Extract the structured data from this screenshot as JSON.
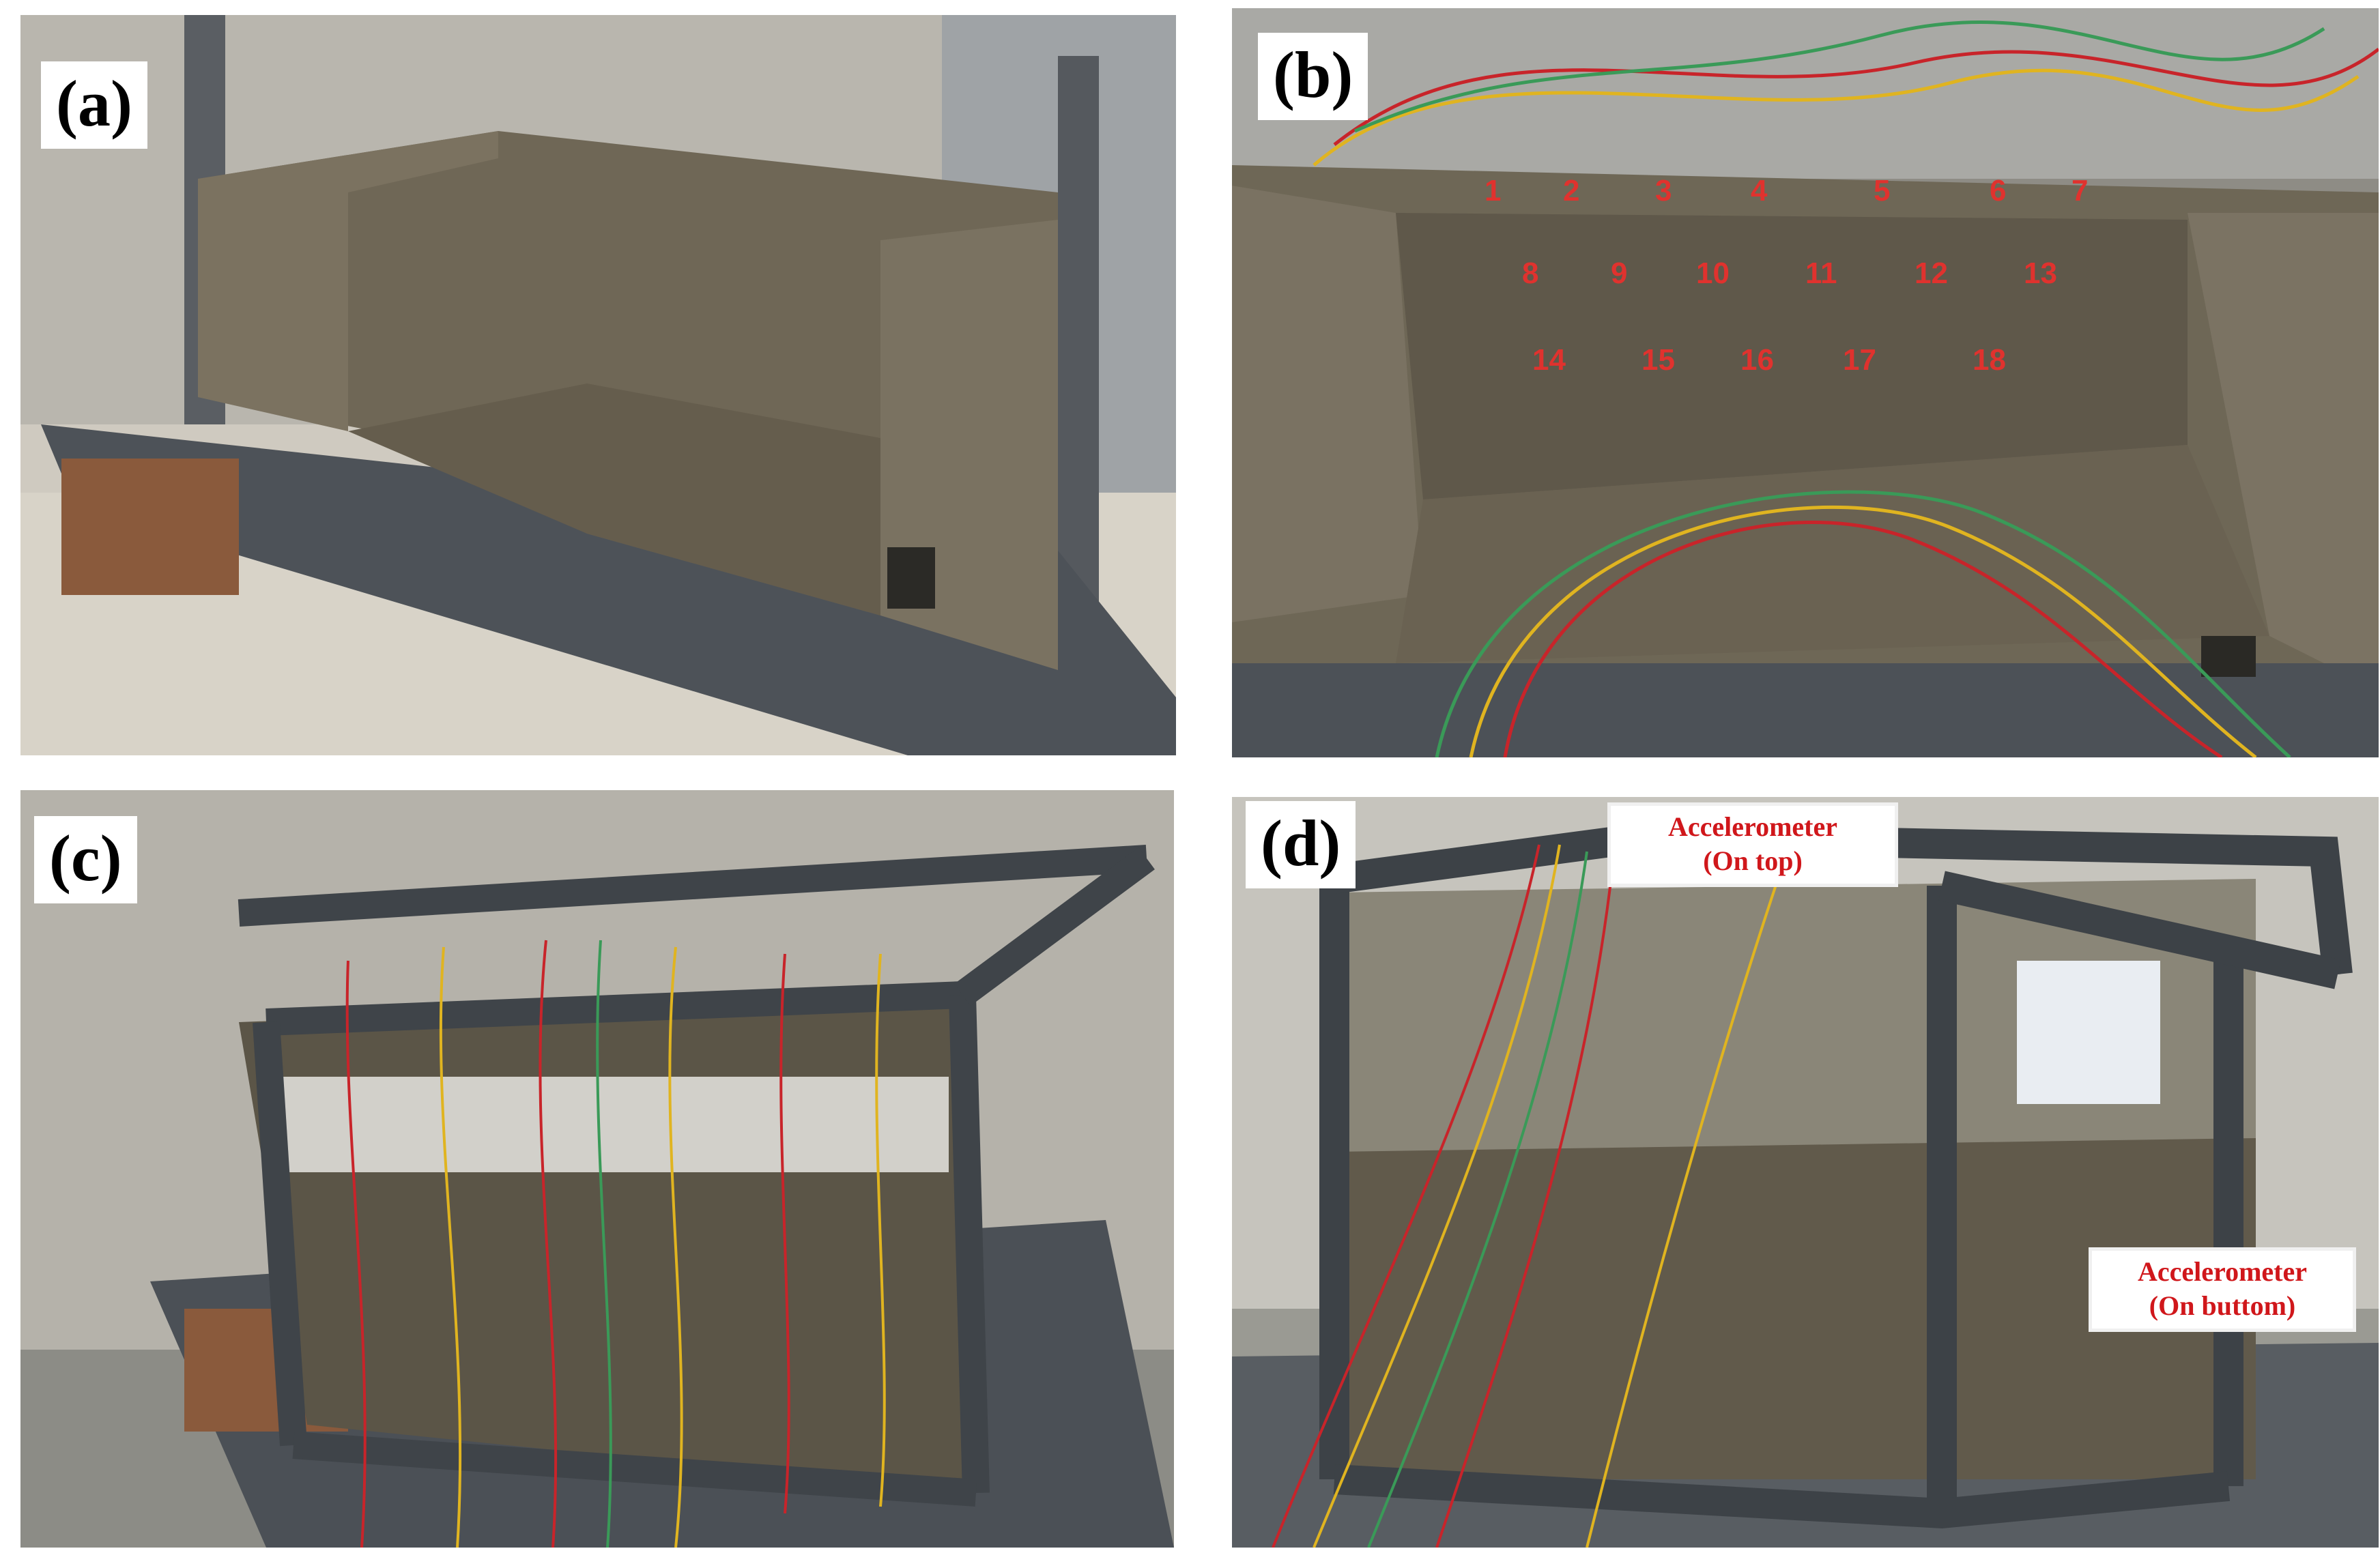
{
  "panels": {
    "a": {
      "label": "(a)"
    },
    "b": {
      "label": "(b)",
      "sensors": [
        "1",
        "2",
        "3",
        "4",
        "5",
        "6",
        "7",
        "8",
        "9",
        "10",
        "11",
        "12",
        "13",
        "14",
        "15",
        "16",
        "17",
        "18"
      ]
    },
    "c": {
      "label": "(c)"
    },
    "d": {
      "label": "(d)",
      "callout_top": {
        "line1": "Accelerometer",
        "line2": "(On top)"
      },
      "callout_bottom": {
        "line1": "Accelerometer",
        "line2": "(On buttom)"
      }
    }
  },
  "colors": {
    "soil": "#6e6656",
    "steel": "#4a4f55",
    "wire_red": "#c8242a",
    "wire_yellow": "#e0b420",
    "wire_green": "#3a9a58",
    "label_red": "#d0171b"
  }
}
